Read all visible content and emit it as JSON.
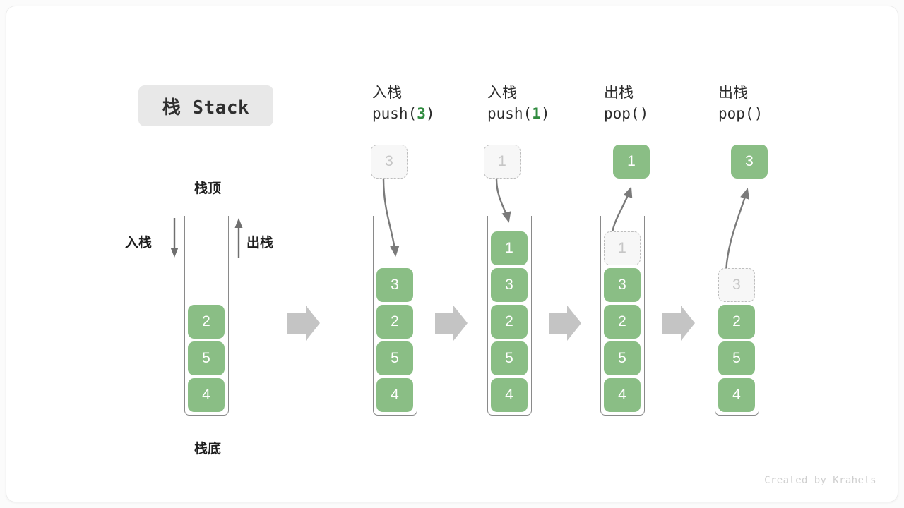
{
  "title": {
    "text": "栈 Stack"
  },
  "labels": {
    "top": "栈顶",
    "bottom": "栈底",
    "push_side": "入栈",
    "pop_side": "出栈"
  },
  "colors": {
    "cell_fill": "#8abe85",
    "cell_text": "#ffffff",
    "ghost_fill": "#f7f7f7",
    "ghost_border": "#bdbdbd",
    "ghost_text": "#c6c6c6",
    "container_border": "#8a8a8a",
    "flow_arrow": "#c4c4c4",
    "curve_arrow": "#7a7a7a",
    "accent_green": "#2f8a3e",
    "title_bg": "#e8e8e8"
  },
  "columns": [
    {
      "id": "initial",
      "heading_cn": "",
      "heading_code": "",
      "heading_arg": "",
      "stack": [
        "2",
        "5",
        "4"
      ],
      "ghost_in_stack": null,
      "floating": null
    },
    {
      "id": "push-3",
      "heading_cn": "入栈",
      "heading_code_prefix": "push(",
      "heading_arg": "3",
      "heading_code_suffix": ")",
      "stack": [
        "3",
        "2",
        "5",
        "4"
      ],
      "ghost_in_stack": null,
      "floating": {
        "value": "3",
        "style": "ghost"
      }
    },
    {
      "id": "push-1",
      "heading_cn": "入栈",
      "heading_code_prefix": "push(",
      "heading_arg": "1",
      "heading_code_suffix": ")",
      "stack": [
        "1",
        "3",
        "2",
        "5",
        "4"
      ],
      "ghost_in_stack": null,
      "floating": {
        "value": "1",
        "style": "ghost"
      }
    },
    {
      "id": "pop-1",
      "heading_cn": "出栈",
      "heading_code_prefix": "pop(",
      "heading_arg": "",
      "heading_code_suffix": ")",
      "stack": [
        "3",
        "2",
        "5",
        "4"
      ],
      "ghost_in_stack": {
        "value": "1",
        "slot_from_top": 0
      },
      "floating": {
        "value": "1",
        "style": "filled"
      }
    },
    {
      "id": "pop-3",
      "heading_cn": "出栈",
      "heading_code_prefix": "pop(",
      "heading_arg": "",
      "heading_code_suffix": ")",
      "stack": [
        "2",
        "5",
        "4"
      ],
      "ghost_in_stack": {
        "value": "3",
        "slot_from_top": 0
      },
      "floating": {
        "value": "3",
        "style": "filled"
      }
    }
  ],
  "footer": {
    "credit": "Created by Krahets"
  }
}
